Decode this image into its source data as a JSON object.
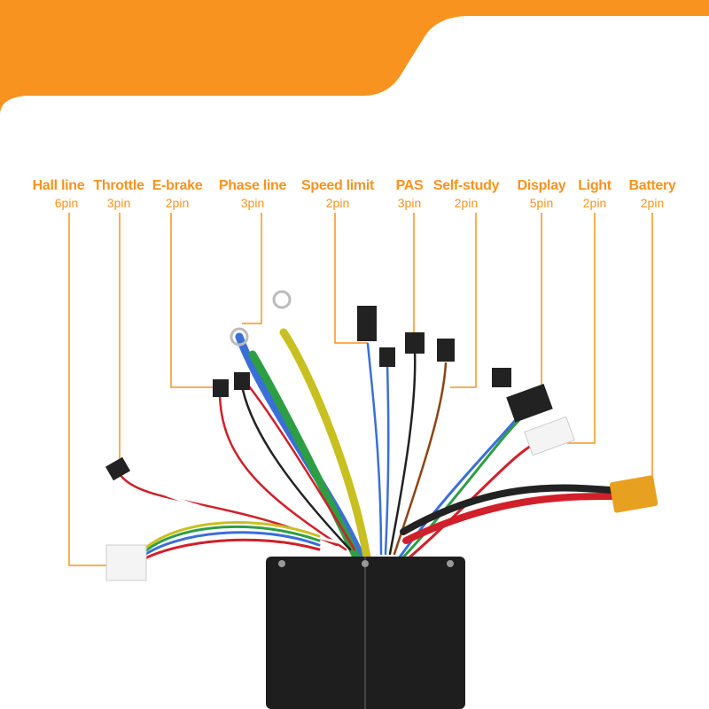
{
  "connectors": [
    {
      "name": "Hall line",
      "pins": "6pin"
    },
    {
      "name": "Throttle",
      "pins": "3pin"
    },
    {
      "name": "E-brake",
      "pins": "2pin"
    },
    {
      "name": "Phase line",
      "pins": "3pin"
    },
    {
      "name": "Speed limit",
      "pins": "2pin"
    },
    {
      "name": "PAS",
      "pins": "3pin"
    },
    {
      "name": "Self-study",
      "pins": "2pin"
    },
    {
      "name": "Display",
      "pins": "5pin"
    },
    {
      "name": "Light",
      "pins": "2pin"
    },
    {
      "name": "Battery",
      "pins": "2pin"
    }
  ],
  "colors": {
    "accent": "#f7931e",
    "panel": "#ffffff",
    "controller": "#1e1e1e"
  }
}
